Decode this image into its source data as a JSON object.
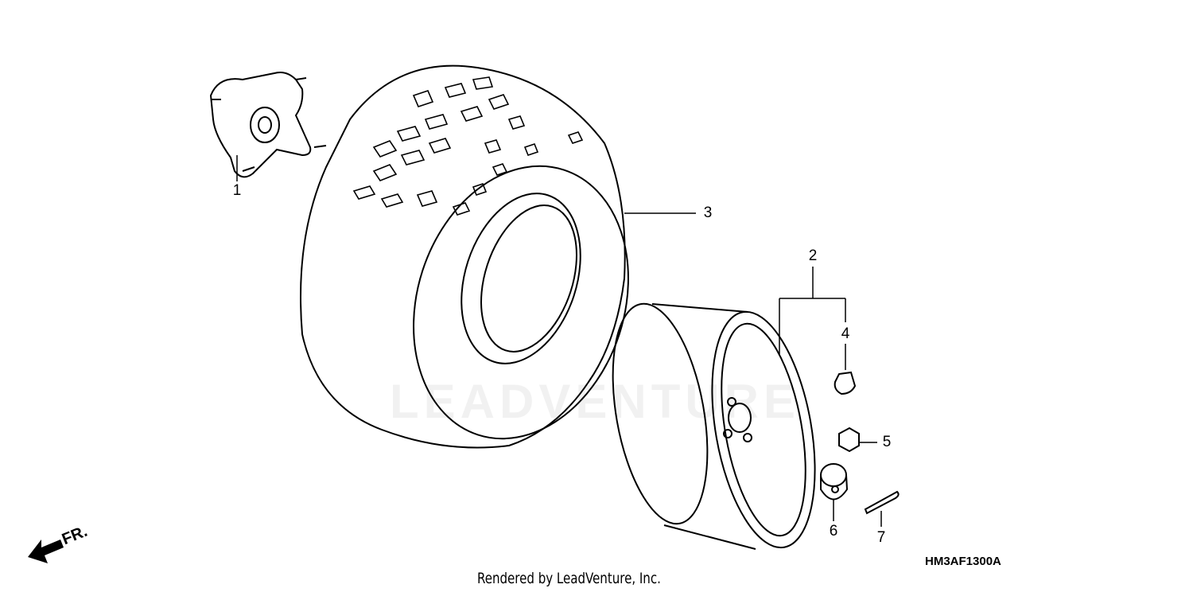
{
  "diagram": {
    "callouts": [
      "1",
      "2",
      "3",
      "4",
      "5",
      "6",
      "7"
    ],
    "direction_label": "FR.",
    "diagram_code": "HM3AF1300A",
    "watermark": "LEADVENTURE",
    "footer": "Rendered by LeadVenture, Inc."
  }
}
